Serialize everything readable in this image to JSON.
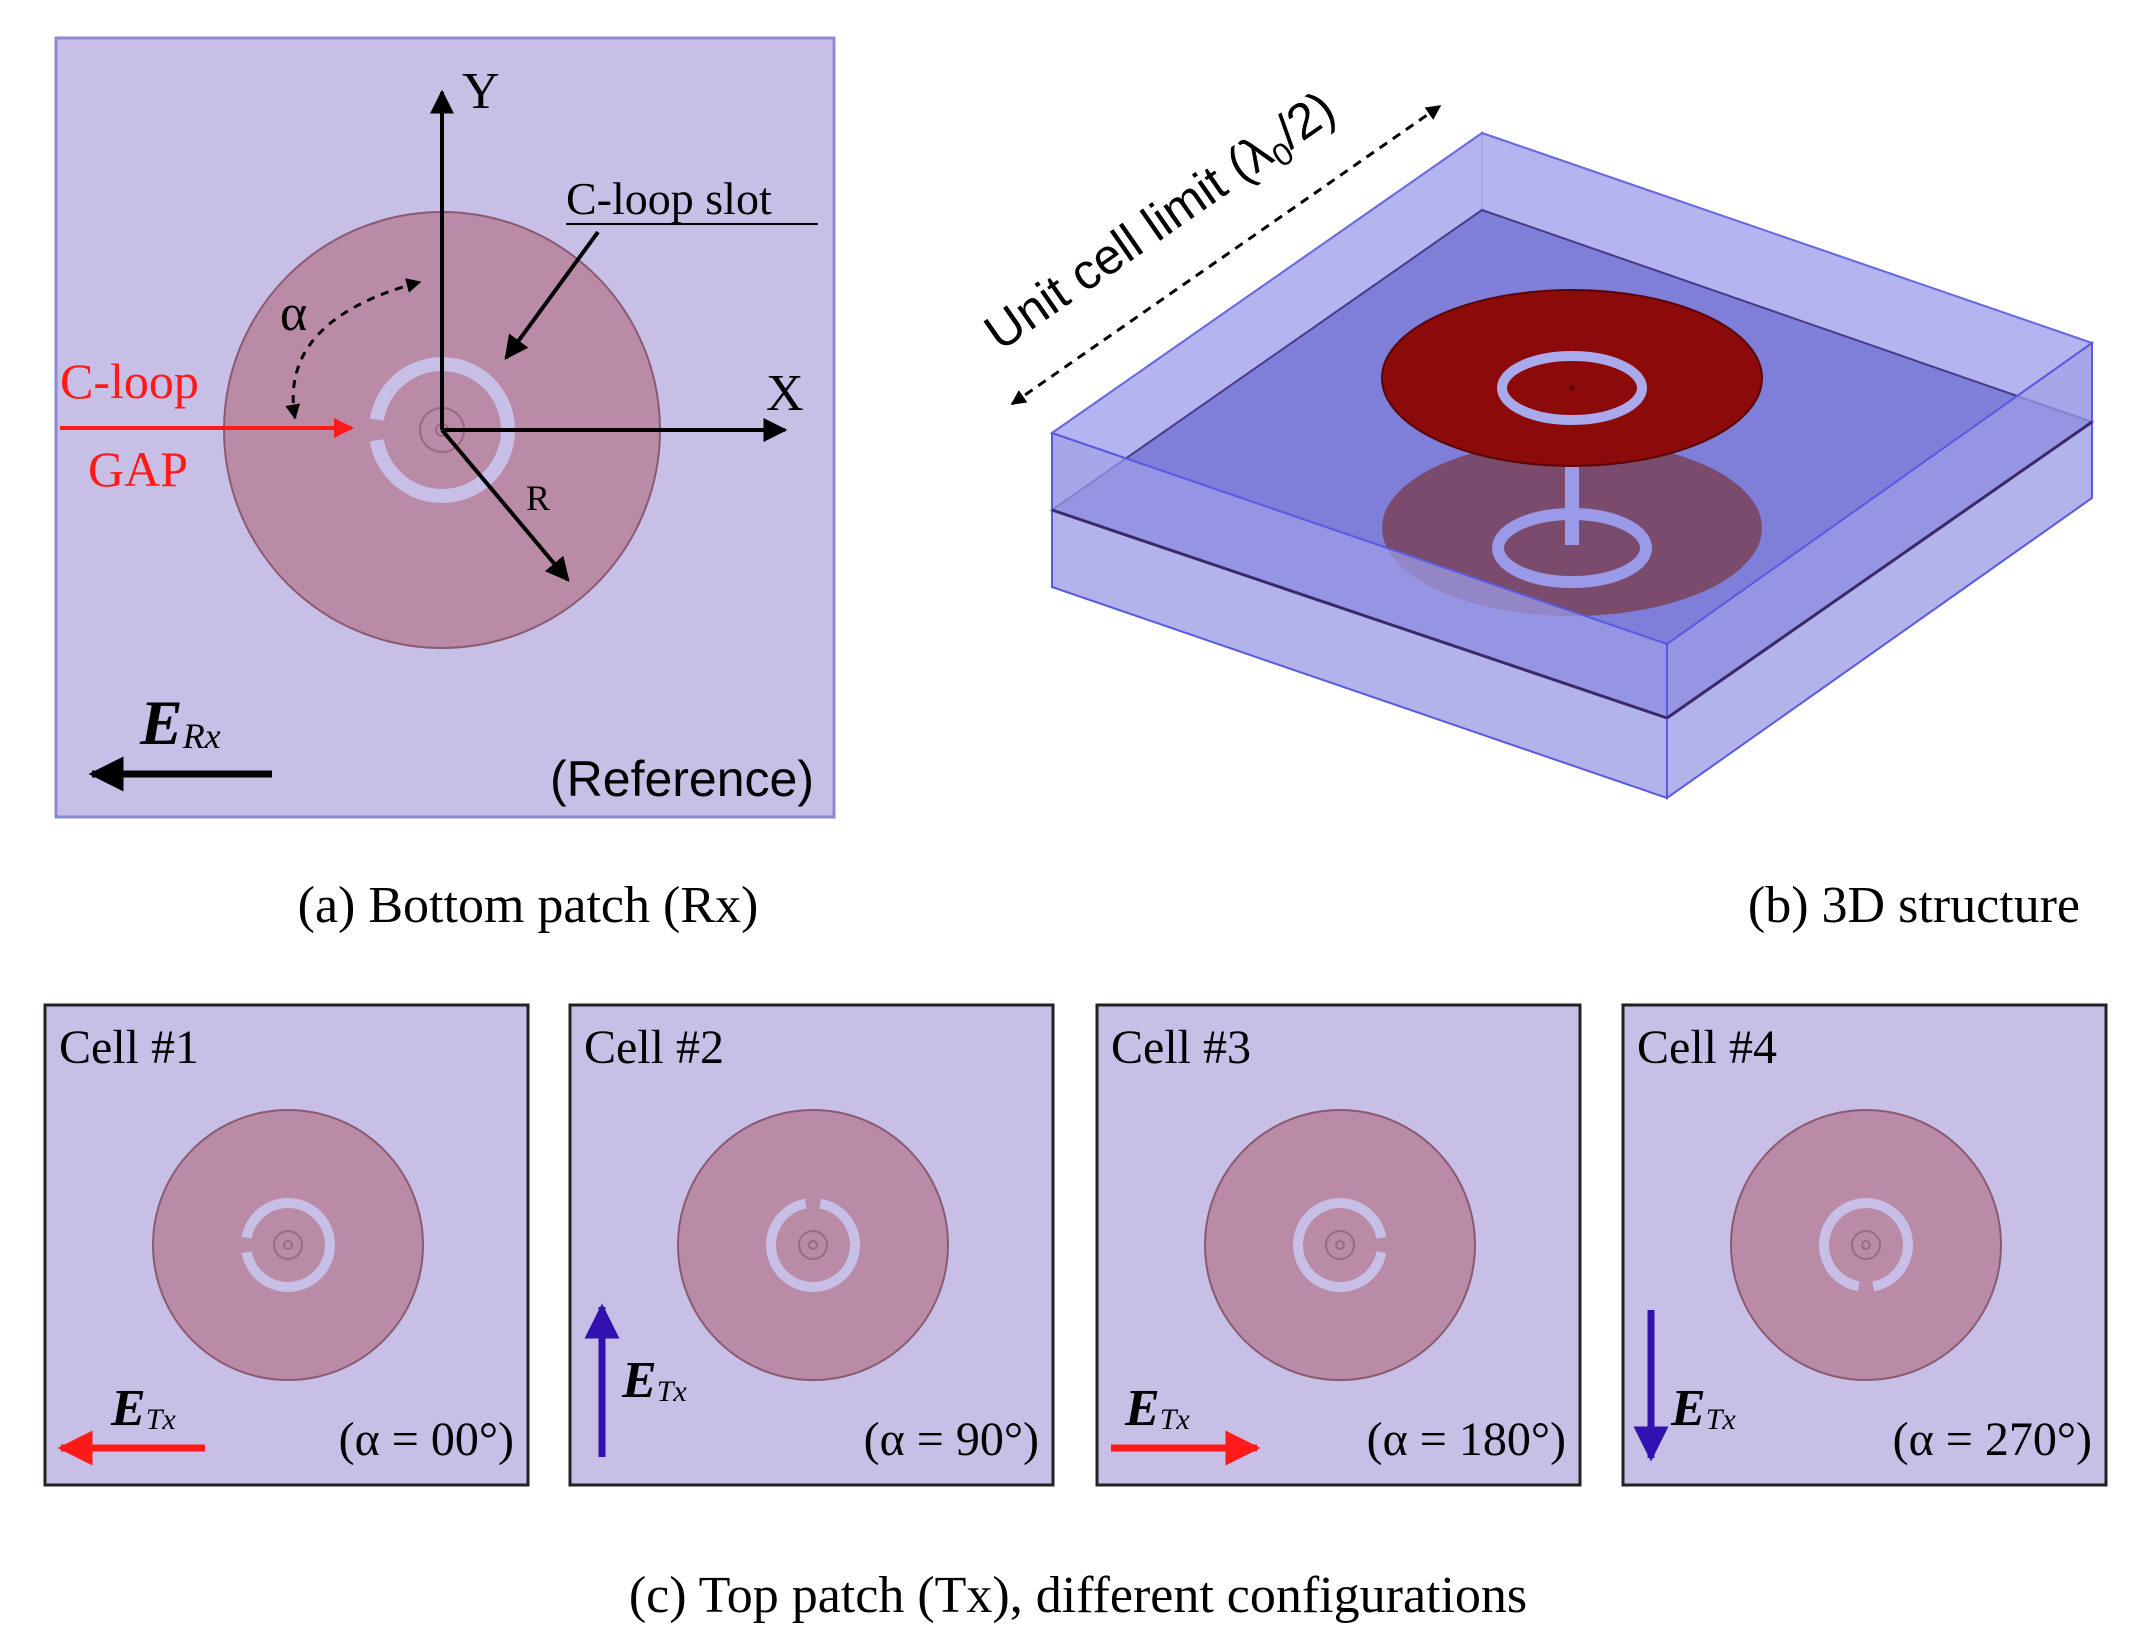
{
  "colors": {
    "panel_fill": "#c8bfe7",
    "panel_stroke": "#7f7fd0",
    "patch_fill": "#b98ba6",
    "patch_stroke": "#8a5a72",
    "slot_fill": "#c8bfe7",
    "red_arrow": "#ff1a1a",
    "blue_arrow": "#3311b0",
    "box_face": "#7c7cd8",
    "box_edge": "#5a5ae0",
    "top_patch": "#8c0a0a",
    "bottom_patch": "#7a3a4a"
  },
  "panel_a": {
    "axis_y": "Y",
    "axis_x": "X",
    "alpha": "α",
    "slot_label": "C-loop slot",
    "gap_line1": "C-loop",
    "gap_line2": "GAP",
    "radius_label": "R",
    "field_symbol": "E",
    "field_sub": "Rx",
    "reference": "(Reference)",
    "caption": "(a) Bottom patch (Rx)"
  },
  "panel_b": {
    "limit_label": "Unit cell limit (λ",
    "limit_sub": "0",
    "limit_tail": "/2)",
    "caption": "(b) 3D structure"
  },
  "panel_c": {
    "caption": "(c) Top patch (Tx), different configurations",
    "cells": [
      {
        "title": "Cell #1",
        "angle": "(α = 00°)",
        "alpha_deg": 0,
        "field_symbol": "E",
        "field_sub": "Tx",
        "arrow": "left",
        "arrow_color": "red"
      },
      {
        "title": "Cell #2",
        "angle": "(α = 90°)",
        "alpha_deg": 90,
        "field_symbol": "E",
        "field_sub": "Tx",
        "arrow": "up",
        "arrow_color": "blue"
      },
      {
        "title": "Cell #3",
        "angle": "(α = 180°)",
        "alpha_deg": 180,
        "field_symbol": "E",
        "field_sub": "Tx",
        "arrow": "right",
        "arrow_color": "red"
      },
      {
        "title": "Cell #4",
        "angle": "(α = 270°)",
        "alpha_deg": 270,
        "field_symbol": "E",
        "field_sub": "Tx",
        "arrow": "down",
        "arrow_color": "blue"
      }
    ]
  }
}
